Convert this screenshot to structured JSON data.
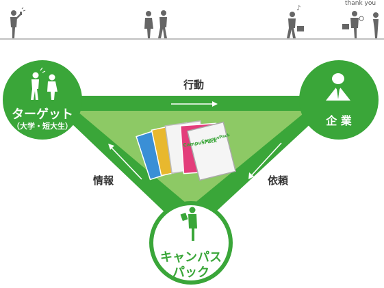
{
  "top_scene": {
    "thank_you": "thank you"
  },
  "nodes": {
    "target": {
      "title": "ターゲット",
      "subtitle": "（大学・短大生）"
    },
    "company": {
      "title": "企 業"
    },
    "campus_pack": {
      "line1": "キャンパス",
      "line2": "パック"
    }
  },
  "edges": {
    "action": "行動",
    "request": "依頼",
    "information": "情報"
  },
  "colors": {
    "green": "#3aa639",
    "light_green": "#8dc965",
    "gray_figure": "#666666",
    "line": "#9a9a9a"
  }
}
